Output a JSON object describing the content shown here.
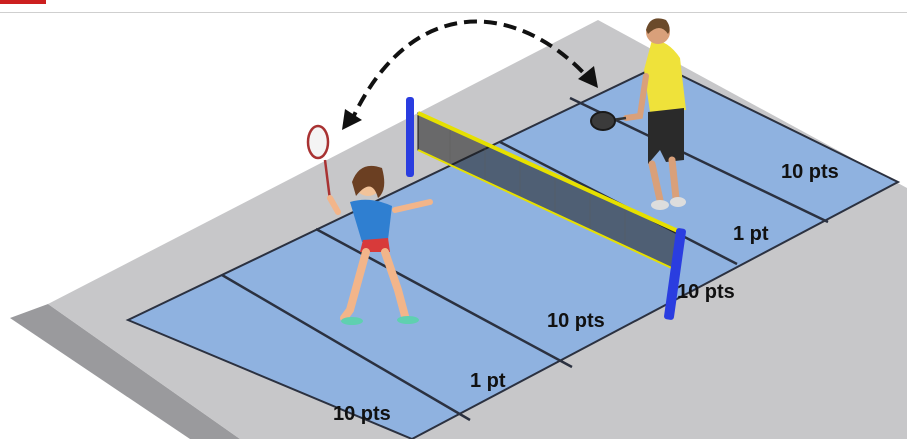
{
  "colors": {
    "accent": "#cc1f1f",
    "slab_top": "#c7c7c9",
    "slab_side": "#9a9a9d",
    "court": "#8fb2e0",
    "court_line": "#2b3140",
    "net_post": "#2a3de0",
    "net_tape": "#e6e000"
  },
  "icons": {
    "player_left": "badminton-player-female-icon",
    "player_right": "badminton-player-male-icon",
    "shuttle_path": "curved-double-arrow-icon"
  },
  "zones": [
    {
      "label": "10 pts"
    },
    {
      "label": "1 pt"
    },
    {
      "label": "10 pts"
    },
    {
      "label": "10 pts"
    },
    {
      "label": "1 pt"
    },
    {
      "label": "10 pts"
    }
  ]
}
